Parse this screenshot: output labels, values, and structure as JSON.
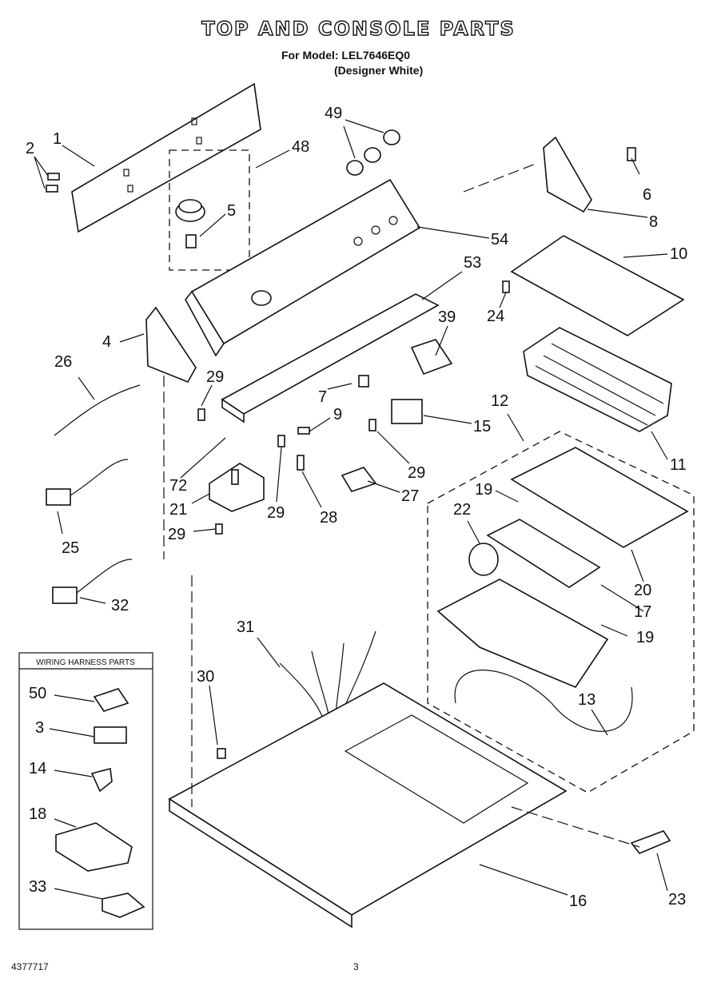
{
  "title": "TOP AND CONSOLE PARTS",
  "model_line": "For Model: LEL7646EQ0",
  "color_line": "(Designer White)",
  "wiring_box_title": "WIRING HARNESS PARTS",
  "doc_number": "4377717",
  "page_number": "3",
  "callouts": {
    "c1": "1",
    "c2": "2",
    "c3": "3",
    "c4": "4",
    "c5": "5",
    "c6": "6",
    "c7": "7",
    "c8": "8",
    "c9": "9",
    "c10": "10",
    "c11": "11",
    "c12": "12",
    "c13": "13",
    "c14": "14",
    "c15": "15",
    "c16": "16",
    "c17": "17",
    "c18": "18",
    "c19a": "19",
    "c19b": "19",
    "c20": "20",
    "c21": "21",
    "c22": "22",
    "c23": "23",
    "c24": "24",
    "c25": "25",
    "c26": "26",
    "c27": "27",
    "c28": "28",
    "c29a": "29",
    "c29b": "29",
    "c29c": "29",
    "c29d": "29",
    "c30": "30",
    "c31": "31",
    "c32": "32",
    "c33": "33",
    "c39": "39",
    "c48": "48",
    "c49": "49",
    "c50": "50",
    "c53": "53",
    "c54": "54",
    "c72": "72"
  }
}
